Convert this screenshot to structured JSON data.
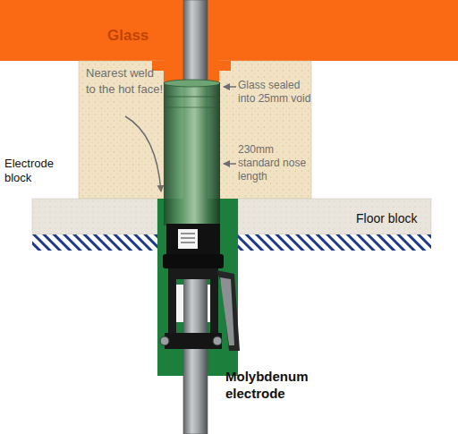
{
  "diagram": {
    "nodes": [
      {
        "text": [
          "Glass"
        ]
      },
      {
        "text": [
          "Electrode block",
          "Nearest weld to the hot face!",
          "Glass sealed into 25mm void",
          "230mm standard nose length"
        ]
      },
      {
        "text": [
          "Floor block"
        ]
      }
    ],
    "labels": [
      "Molybdenum electrode"
    ]
  }
}
